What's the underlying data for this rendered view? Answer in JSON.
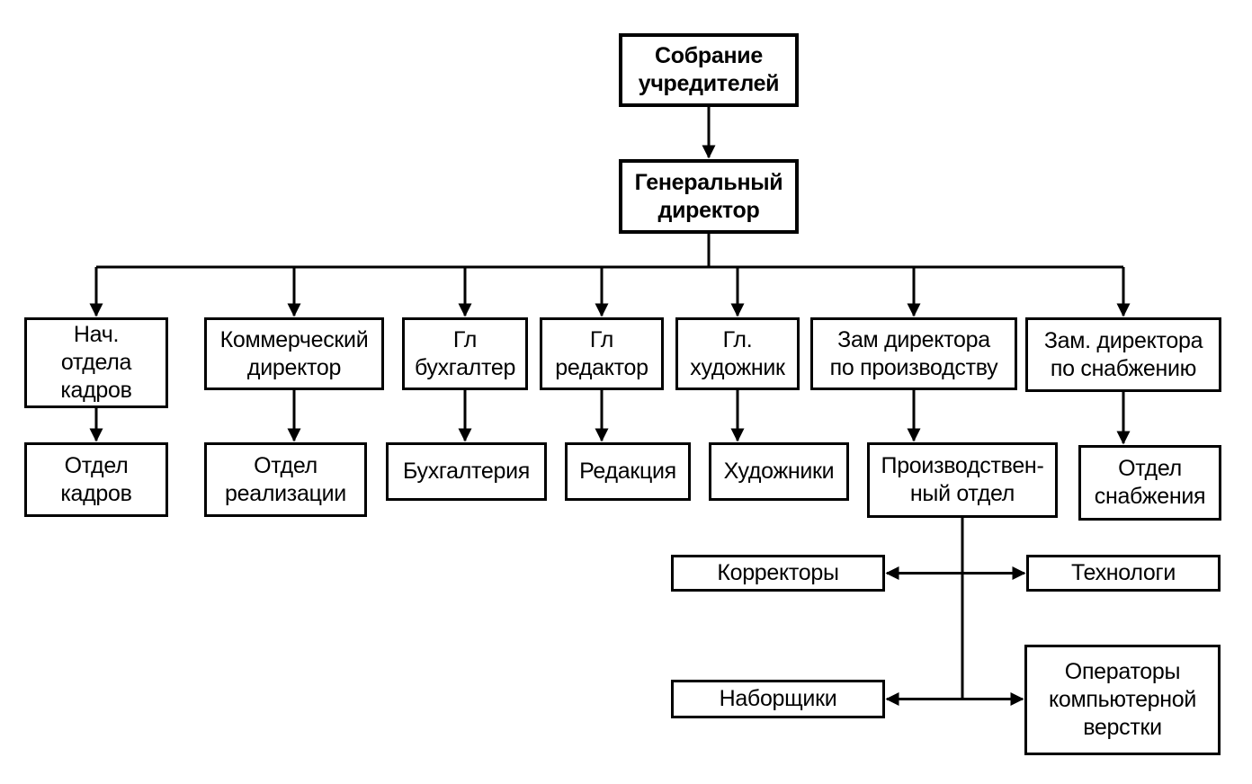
{
  "diagram": {
    "nodes": [
      {
        "id": "founders",
        "label": "Собрание\nучредителей",
        "bold": true
      },
      {
        "id": "gen_director",
        "label": "Генеральный\nдиректор",
        "bold": true
      },
      {
        "id": "hr_head",
        "label": "Нач.\nотдела\nкадров"
      },
      {
        "id": "commercial_director",
        "label": "Коммерческий\nдиректор"
      },
      {
        "id": "chief_accountant",
        "label": "Гл\nбухгалтер"
      },
      {
        "id": "chief_editor",
        "label": "Гл\nредактор"
      },
      {
        "id": "chief_artist",
        "label": "Гл.\nхудожник"
      },
      {
        "id": "deputy_production",
        "label": "Зам  директора\nпо производству"
      },
      {
        "id": "deputy_supply",
        "label": "Зам. директора\nпо снабжению"
      },
      {
        "id": "hr_dept",
        "label": "Отдел\nкадров"
      },
      {
        "id": "sales_dept",
        "label": "Отдел\nреализации"
      },
      {
        "id": "accounting",
        "label": "Бухгалтерия"
      },
      {
        "id": "editorial",
        "label": "Редакция"
      },
      {
        "id": "artists",
        "label": "Художники"
      },
      {
        "id": "production_dept",
        "label": "Производствен-\nный отдел"
      },
      {
        "id": "supply_dept",
        "label": "Отдел\nснабжения"
      },
      {
        "id": "proofreaders",
        "label": "Корректоры"
      },
      {
        "id": "technologists",
        "label": "Технологи"
      },
      {
        "id": "typesetters",
        "label": "Наборщики"
      },
      {
        "id": "layout_operators",
        "label": "Операторы\nкомпьютерной\nверстки"
      }
    ],
    "edges": [
      {
        "from": "founders",
        "to": "gen_director"
      },
      {
        "from": "gen_director",
        "to": "hr_head"
      },
      {
        "from": "gen_director",
        "to": "commercial_director"
      },
      {
        "from": "gen_director",
        "to": "chief_accountant"
      },
      {
        "from": "gen_director",
        "to": "chief_editor"
      },
      {
        "from": "gen_director",
        "to": "chief_artist"
      },
      {
        "from": "gen_director",
        "to": "deputy_production"
      },
      {
        "from": "gen_director",
        "to": "deputy_supply"
      },
      {
        "from": "hr_head",
        "to": "hr_dept"
      },
      {
        "from": "commercial_director",
        "to": "sales_dept"
      },
      {
        "from": "chief_accountant",
        "to": "accounting"
      },
      {
        "from": "chief_editor",
        "to": "editorial"
      },
      {
        "from": "chief_artist",
        "to": "artists"
      },
      {
        "from": "deputy_production",
        "to": "production_dept"
      },
      {
        "from": "deputy_supply",
        "to": "supply_dept"
      },
      {
        "from": "production_dept",
        "to": "proofreaders"
      },
      {
        "from": "production_dept",
        "to": "technologists"
      },
      {
        "from": "production_dept",
        "to": "typesetters"
      },
      {
        "from": "production_dept",
        "to": "layout_operators"
      }
    ]
  }
}
